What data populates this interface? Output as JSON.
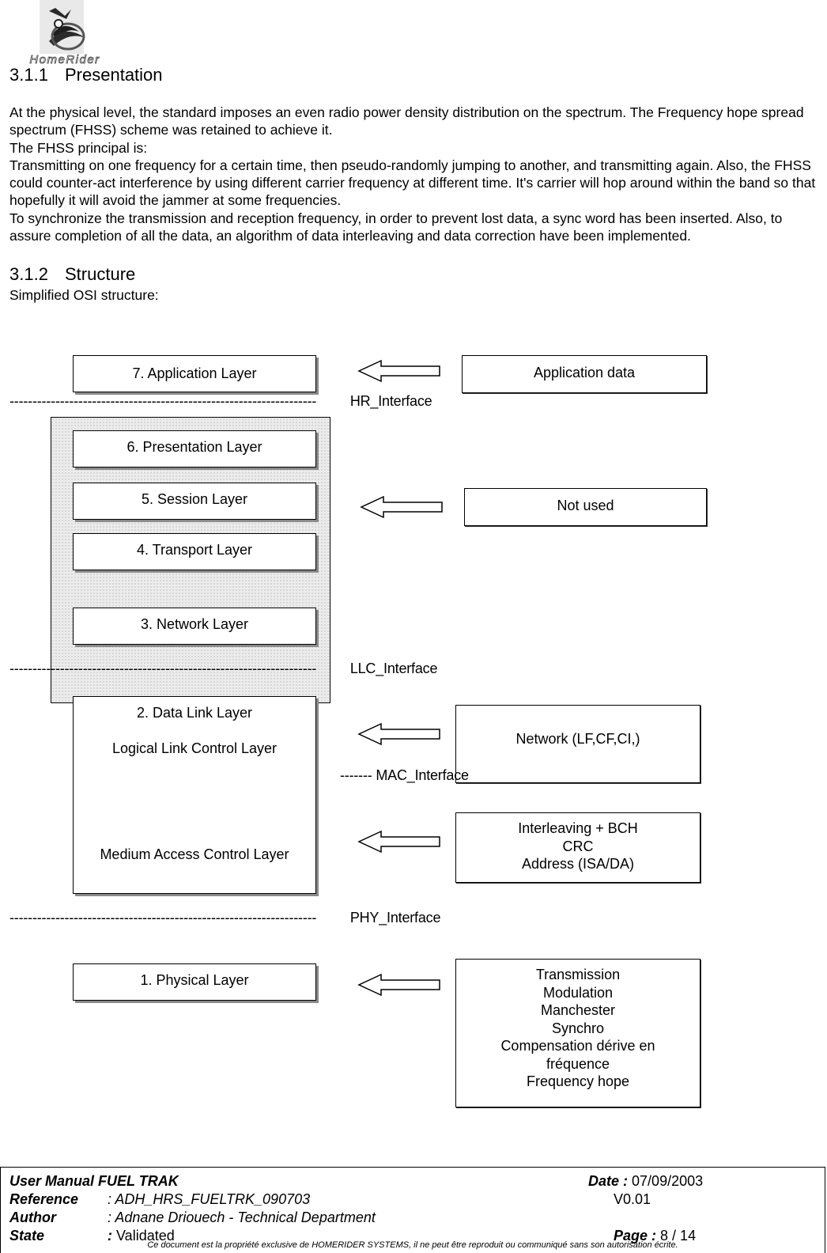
{
  "header": {
    "logo_icon": "homerider-logo-icon",
    "logo_text": "HomeRider"
  },
  "section_presentation": {
    "number": "3.1.1",
    "title": "Presentation",
    "paragraphs": [
      "At the physical level, the standard imposes an even radio power density distribution on the spectrum. The Frequency hope spread spectrum (FHSS) scheme was retained to achieve it.",
      "The FHSS principal is:",
      "Transmitting on one frequency for a certain time, then pseudo-randomly jumping to another, and transmitting again. Also, the FHSS could counter-act interference by using different carrier frequency at different time. It's carrier will hop around within the band so that hopefully it will avoid the jammer at some frequencies.",
      "To synchronize the transmission and reception frequency, in order to prevent lost data, a sync word has been inserted. Also, to assure completion of all the data, an algorithm of data interleaving and data correction have been implemented."
    ]
  },
  "section_structure": {
    "number": "3.1.2",
    "title": "Structure",
    "intro": "Simplified OSI structure:"
  },
  "diagram": {
    "layers": {
      "application": "7. Application Layer",
      "presentation": "6. Presentation Layer",
      "session": "5. Session Layer",
      "transport": "4. Transport Layer",
      "network": "3. Network Layer",
      "datalink_title": "2. Data Link Layer",
      "datalink_llc": "Logical Link Control  Layer",
      "datalink_mac": "Medium Access Control Layer",
      "physical": "1. Physical Layer"
    },
    "interfaces": {
      "hr": "HR_Interface",
      "llc": "LLC_Interface",
      "mac": "MAC_Interface",
      "phy": "PHY_Interface",
      "long_dashes": "-------------------------------------------------------------------",
      "short_dashes": "-------"
    },
    "info": {
      "application_data": "Application data",
      "not_used": "Not used",
      "network_fields": "Network (LF,CF,CI,)",
      "mac_lines": [
        "Interleaving + BCH",
        "CRC",
        "Address (ISA/DA)"
      ],
      "phy_lines": [
        "Transmission",
        "Modulation",
        "Manchester",
        "Synchro",
        "Compensation dérive en",
        "fréquence",
        "Frequency hope"
      ]
    },
    "arrow_icon": "left-arrow-icon"
  },
  "footer": {
    "manual_label": "User Manual  FUEL TRAK",
    "reference_label": "Reference",
    "reference_value": ": ADH_HRS_FUELTRK_090703",
    "author_label": "Author",
    "author_value": ": Adnane Driouech - Technical Department",
    "state_label": "State",
    "state_colon": ":",
    "state_value": "Validated",
    "date_label": "Date :",
    "date_value": "07/09/2003",
    "version": "V0.01",
    "page_label": "Page :",
    "page_value": "8 / 14",
    "disclaimer": "Ce document est la propriété exclusive  de HOMERIDER SYSTEMS, il ne peut être reproduit ou communiqué sans son autorisation écrite."
  }
}
